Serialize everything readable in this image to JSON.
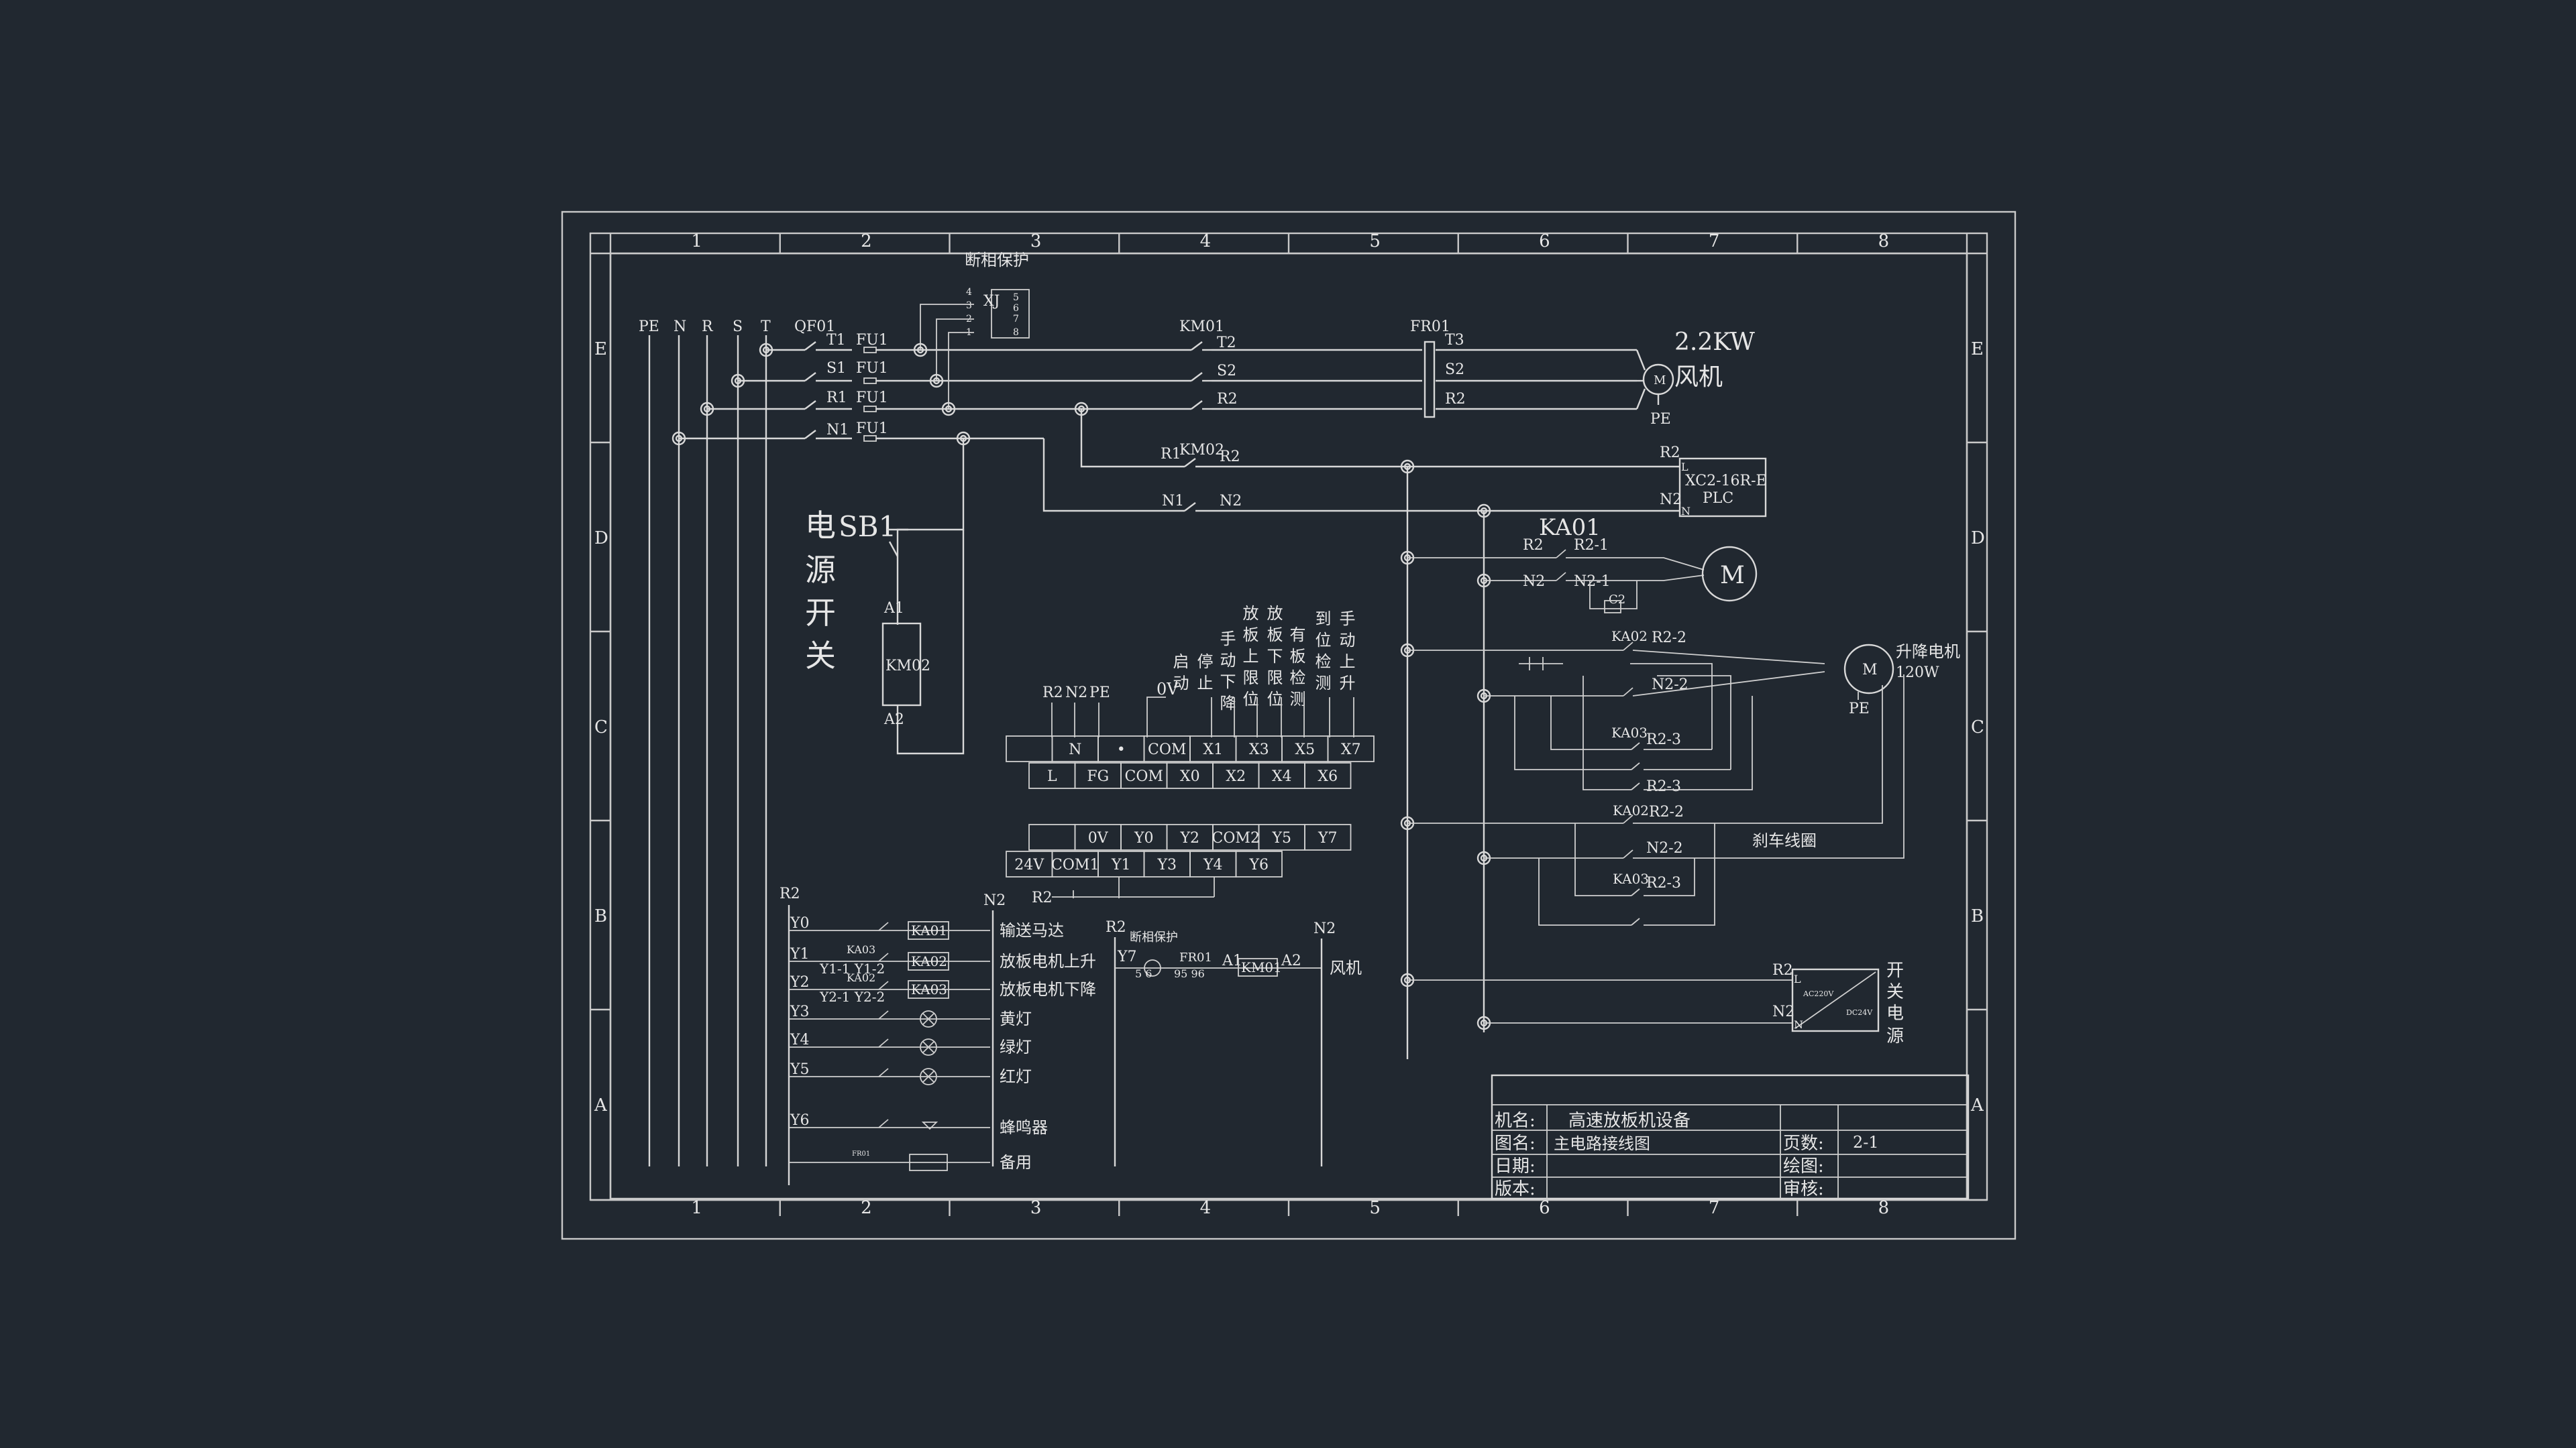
{
  "grid": {
    "cols": [
      "1",
      "2",
      "3",
      "4",
      "5",
      "6",
      "7",
      "8"
    ],
    "rows": [
      "E",
      "D",
      "C",
      "B",
      "A"
    ]
  },
  "power": {
    "rails": [
      "PE",
      "N",
      "R",
      "S",
      "T"
    ],
    "qf": "QF01",
    "taps": [
      "T1",
      "S1",
      "R1",
      "N1"
    ],
    "fuse": "FU1",
    "km01": "KM01",
    "fr01": "FR01",
    "km02": "KM02",
    "t2": "T2",
    "s2": "S2",
    "r2": "R2",
    "n2": "N2",
    "t3": "T3",
    "s3": "S2",
    "r3": "R2",
    "phase_loss": "断相保护",
    "xj": "XJ",
    "xj_pins": [
      "4",
      "3",
      "2",
      "1",
      "5",
      "6",
      "7",
      "8"
    ],
    "fan_power": "2.2KW",
    "fan": "风机",
    "pe": "PE",
    "m": "M"
  },
  "sb1": {
    "label": "SB1",
    "title": [
      "电",
      "源",
      "开",
      "关"
    ],
    "a1": "A1",
    "a2": "A2",
    "coil": "KM02"
  },
  "plc": {
    "model": "XC2-16R-E",
    "plc": "PLC",
    "top_labels": [
      "R2",
      "N2",
      "PE"
    ],
    "inputs_vert": [
      {
        "text": "0V"
      },
      {
        "text": "启动"
      },
      {
        "text": "停止"
      },
      {
        "text": "手动下降"
      },
      {
        "text": "放板上限位"
      },
      {
        "text": "放板下限位"
      },
      {
        "text": "有板检测"
      },
      {
        "text": "到位检测"
      },
      {
        "text": "手动上升"
      }
    ],
    "in_row1": [
      "",
      "N",
      "•",
      "COM",
      "X1",
      "X3",
      "X5",
      "X7"
    ],
    "in_row2": [
      "L",
      "FG",
      "COM",
      "X0",
      "X2",
      "X4",
      "X6"
    ],
    "out_row1": [
      "",
      "0V",
      "Y0",
      "Y2",
      "COM2",
      "Y5",
      "Y7"
    ],
    "out_row2": [
      "24V",
      "COM1",
      "Y1",
      "Y3",
      "Y4",
      "Y6"
    ],
    "r2": "R2",
    "l": "L",
    "n": "N"
  },
  "ladder": {
    "r2": "R2",
    "n2": "N2",
    "rows": [
      {
        "tag": "Y0",
        "coil": "KA01",
        "name": "输送马达",
        "int": ""
      },
      {
        "tag": "Y1",
        "coil": "KA02",
        "name": "放板电机上升",
        "int": "KA03",
        "sub": "Y1-1 Y1-2"
      },
      {
        "tag": "Y2",
        "coil": "KA03",
        "name": "放板电机下降",
        "int": "KA02",
        "sub": "Y2-1 Y2-2"
      },
      {
        "tag": "Y3",
        "coil": "",
        "name": "黄灯",
        "int": ""
      },
      {
        "tag": "Y4",
        "coil": "",
        "name": "绿灯",
        "int": ""
      },
      {
        "tag": "Y5",
        "coil": "",
        "name": "红灯",
        "int": ""
      },
      {
        "tag": "Y6",
        "coil": "",
        "name": "蜂鸣器",
        "int": ""
      },
      {
        "tag": "",
        "coil": "",
        "name": "备用",
        "int": "",
        "small": "FR01"
      }
    ],
    "fan_row": {
      "r2": "R2",
      "phase_loss": "断相保护",
      "y7": "Y7",
      "fr01": "FR01",
      "pins1": "5  6",
      "pins2": "95  96",
      "a1": "A1",
      "coil": "KM01",
      "a2": "A2",
      "n2": "N2",
      "name": "风机"
    }
  },
  "motors": {
    "ka01": "KA01",
    "r2_1": "R2-1",
    "n2_1": "N2-1",
    "c2": "C2",
    "ka02": "KA02",
    "r2_2": "R2-2",
    "n2_2": "N2-2",
    "ka03": "KA03",
    "r2_3": "R2-3",
    "lift_motor": "升降电机",
    "lift_power": "120W",
    "brake": "刹车线圈",
    "psu": [
      "开",
      "关",
      "电",
      "源"
    ],
    "psu_ac": "AC220V",
    "psu_dc": "DC24V",
    "r2": "R2",
    "n2": "N2",
    "pe": "PE",
    "m": "M"
  },
  "titleblock": {
    "machine_label": "机名:",
    "machine": "高速放板机设备",
    "drawing_label": "图名:",
    "drawing": "主电路接线图",
    "pages_label": "页数:",
    "pages": "2-1",
    "date_label": "日期:",
    "draw_label": "绘图:",
    "version_label": "版本:",
    "review_label": "审核:"
  }
}
